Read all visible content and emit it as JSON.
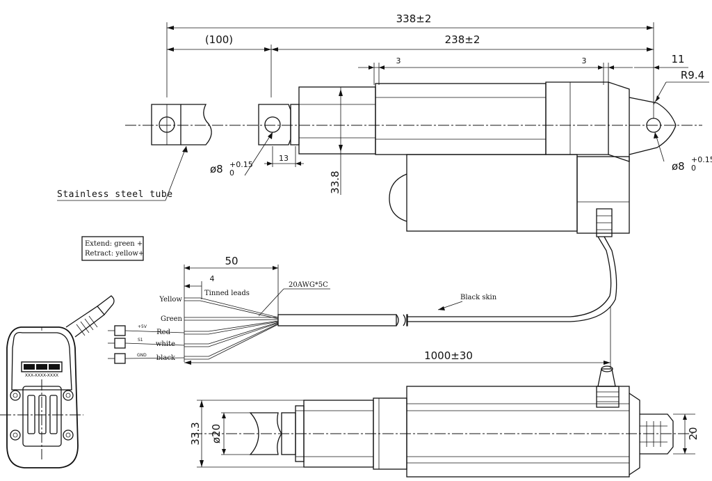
{
  "dimensions": {
    "overall_length": "338±2",
    "stroke": "(100)",
    "retracted_length": "238±2",
    "offset_left": "3",
    "offset_right": "3",
    "rear_eye_offset": "11",
    "rear_radius": "R9.4",
    "hole_diameter_front": "ø8",
    "hole_diameter_rear": "ø8",
    "hole_tol_upper": "+0.15",
    "hole_tol_lower": "0",
    "rod_end_length": "13",
    "body_height": "33.8",
    "lead_length": "50",
    "tinned_length": "4",
    "cable_length": "1000±30",
    "tube_height": "33.3",
    "tube_diameter": "ø20",
    "rear_height": "20"
  },
  "labels": {
    "stainless_tube": "Stainless steel tube",
    "extend_note": "Extend:  green +",
    "retract_note": "Retract:  yellow+",
    "tinned_leads": "Tinned leads",
    "wire_spec": "20AWG*5C",
    "black_skin": "Black skin",
    "part_code": "XXX-XXXX-XXXX"
  },
  "wires": [
    {
      "color_label": "Yellow",
      "pin": ""
    },
    {
      "color_label": "Green",
      "pin": ""
    },
    {
      "color_label": "Red",
      "pin": "+5V"
    },
    {
      "color_label": "white",
      "pin": "S1"
    },
    {
      "color_label": "black",
      "pin": "GND"
    }
  ]
}
